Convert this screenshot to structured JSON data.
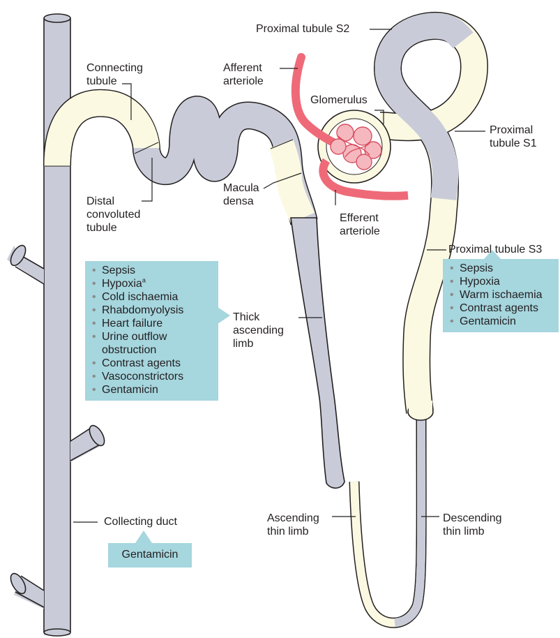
{
  "labels": {
    "proximal_s2": "Proximal tubule S2",
    "afferent": [
      "Afferent",
      "arteriole"
    ],
    "connecting": [
      "Connecting",
      "tubule"
    ],
    "glomerulus": "Glomerulus",
    "proximal_s1": [
      "Proximal",
      "tubule S1"
    ],
    "distal": [
      "Distal",
      "convoluted",
      "tubule"
    ],
    "macula": [
      "Macula",
      "densa"
    ],
    "efferent": [
      "Efferent",
      "arteriole"
    ],
    "proximal_s3": "Proximal tubule S3",
    "thick_limb": [
      "Thick",
      "ascending",
      "limb"
    ],
    "collecting": "Collecting duct",
    "asc_thin": [
      "Ascending",
      "thin limb"
    ],
    "desc_thin": [
      "Descending",
      "thin limb"
    ]
  },
  "boxes": {
    "thick_limb_causes": {
      "items": [
        "Sepsis",
        "Hypoxia",
        "Cold ischaemia",
        "Rhabdomyolysis",
        "Heart failure",
        "Urine outflow",
        "Contrast agents",
        "Vasoconstrictors",
        "Gentamicin"
      ],
      "continuation": "obstruction",
      "hypoxia_footnote": "a"
    },
    "proximal_causes": {
      "items": [
        "Sepsis",
        "Hypoxia",
        "Warm ischaemia",
        "Contrast agents",
        "Gentamicin"
      ]
    },
    "collecting_causes": {
      "items": [
        "Gentamicin"
      ]
    }
  },
  "colors": {
    "tubule_grey": "#c9ccd8",
    "tubule_cream": "#fbf9e1",
    "outline": "#231f20",
    "arteriole": "#ef6a78",
    "capillary": "#f6b8bf",
    "callout_box": "#a6d6de"
  }
}
